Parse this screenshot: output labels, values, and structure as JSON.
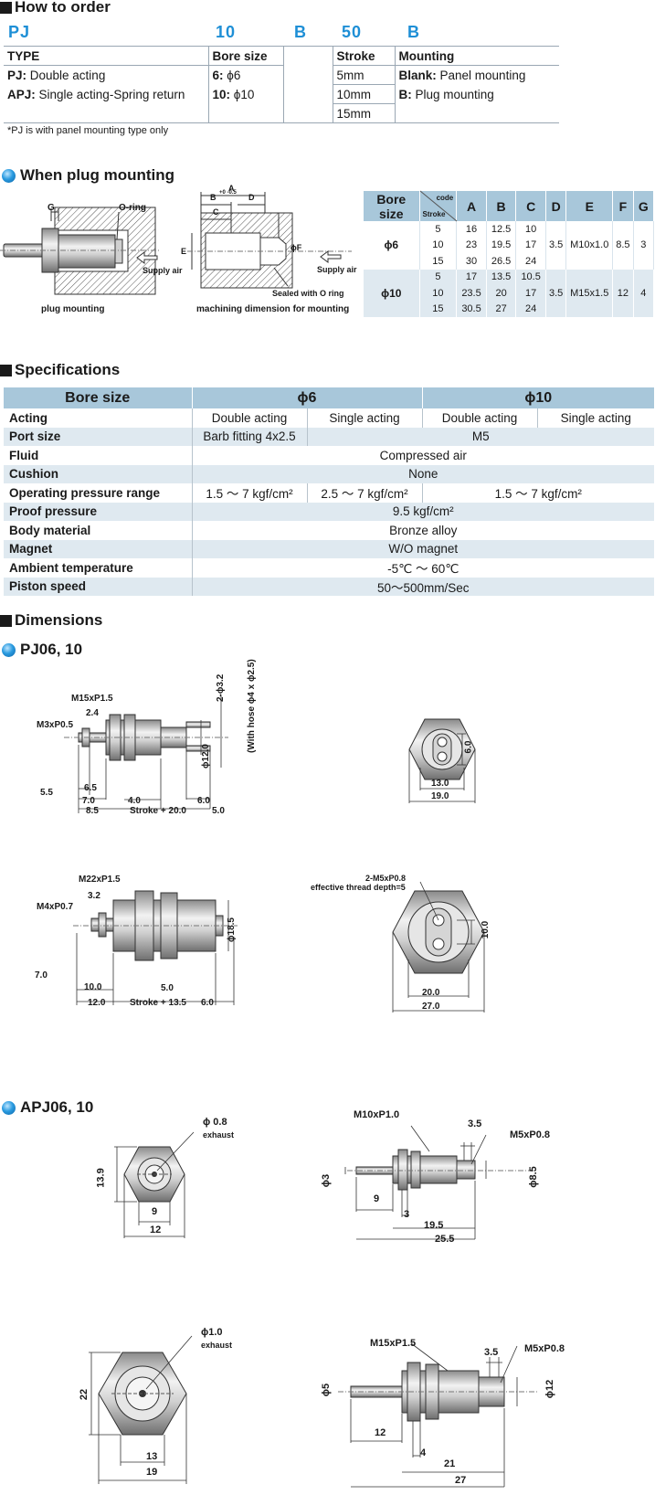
{
  "how_to_order": {
    "title": "How to order",
    "code": [
      "PJ",
      "10",
      "B",
      "50",
      "B"
    ],
    "headers": [
      "TYPE",
      "Bore size",
      "Stroke",
      "Mounting"
    ],
    "types": [
      {
        "key": "PJ:",
        "text": " Double acting"
      },
      {
        "key": "APJ:",
        "text": " Single acting-Spring return"
      }
    ],
    "bores": [
      {
        "key": "6:",
        "text": " ϕ6"
      },
      {
        "key": "10:",
        "text": " ϕ10"
      }
    ],
    "strokes": [
      "5mm",
      "10mm",
      "15mm"
    ],
    "mountings": [
      {
        "key": "Blank:",
        "text": " Panel mounting"
      },
      {
        "key": "B:",
        "text": " Plug mounting"
      }
    ],
    "note": "*PJ is with panel mounting type only"
  },
  "plug_mounting": {
    "title": "When plug mounting",
    "labels": {
      "g": "G",
      "oring": "O-ring",
      "supply1": "Supply air",
      "cap1": "plug mounting",
      "a": "A",
      "b": "B",
      "tol": "+0 -0.5",
      "d": "D",
      "c": "C",
      "e": "E",
      "f": "ϕF",
      "supply2": "Supply air",
      "sealed": "Sealed with O ring",
      "cap2": "machining dimension for mounting"
    },
    "table": {
      "bore_header": "Bore size",
      "code_label": "code",
      "stroke_label": "Stroke",
      "columns": [
        "A",
        "B",
        "C",
        "D",
        "E",
        "F",
        "G"
      ],
      "groups": [
        {
          "bore": "ϕ6",
          "D": "3.5",
          "E": "M10x1.0",
          "F": "8.5",
          "G": "3",
          "rows": [
            [
              "5",
              "16",
              "12.5",
              "10"
            ],
            [
              "10",
              "23",
              "19.5",
              "17"
            ],
            [
              "15",
              "30",
              "26.5",
              "24"
            ]
          ]
        },
        {
          "bore": "ϕ10",
          "D": "3.5",
          "E": "M15x1.5",
          "F": "12",
          "G": "4",
          "rows": [
            [
              "5",
              "17",
              "13.5",
              "10.5"
            ],
            [
              "10",
              "23.5",
              "20",
              "17"
            ],
            [
              "15",
              "30.5",
              "27",
              "24"
            ]
          ]
        }
      ]
    }
  },
  "specifications": {
    "title": "Specifications",
    "bore_label": "Bore size",
    "bore6": "ϕ6",
    "bore10": "ϕ10",
    "acting_label": "Acting",
    "acting": [
      "Double acting",
      "Single acting",
      "Double acting",
      "Single acting"
    ],
    "port_label": "Port size",
    "port": [
      "Barb fitting 4x2.5",
      "M5"
    ],
    "fluid_label": "Fluid",
    "fluid": "Compressed air",
    "cushion_label": "Cushion",
    "cushion": "None",
    "oprange_label": "Operating pressure range",
    "oprange": [
      "1.5 ～ 7 kgf/cm²",
      "2.5 ～ 7 kgf/cm²",
      "1.5 ～ 7 kgf/cm²"
    ],
    "proof_label": "Proof pressure",
    "proof": "9.5 kgf/cm²",
    "body_label": "Body material",
    "body": "Bronze alloy",
    "magnet_label": "Magnet",
    "magnet": "W/O magnet",
    "ambient_label": "Ambient temperature",
    "ambient": "-5℃ ～ 60℃",
    "speed_label": "Piston speed",
    "speed": "50～500mm/Sec"
  },
  "dimensions": {
    "title": "Dimensions",
    "pj_title": "PJ06, 10",
    "apj_title": "APJ06, 10",
    "pj06": {
      "m15": "M15xP1.5",
      "m3": "M3xP0.5",
      "d24": "2.4",
      "d65": "6.5",
      "d55": "5.5",
      "d70": "7.0",
      "d40": "4.0",
      "d60": "6.0",
      "d85": "8.5",
      "stroke": "Stroke + 20.0",
      "d50": "5.0",
      "phi12": "ϕ12.0",
      "hose": "2-ϕ3.2",
      "hose2": "(With hose ϕ4 x ϕ2.5)",
      "e60": "6.0",
      "e130": "13.0",
      "e190": "19.0"
    },
    "pj10": {
      "m22": "M22xP1.5",
      "m4": "M4xP0.7",
      "d32": "3.2",
      "d70": "7.0",
      "d100": "10.0",
      "d50": "5.0",
      "d120": "12.0",
      "stroke": "Stroke + 13.5",
      "d60": "6.0",
      "phi185": "ϕ18.5",
      "m5": "2-M5xP0.8",
      "depth": "effective thread depth=5",
      "e100": "10.0",
      "e200": "20.0",
      "e270": "27.0"
    },
    "apj06": {
      "phi08": "ϕ 0.8",
      "exhaust": "exhaust",
      "h139": "13.9",
      "w9": "9",
      "w12": "12",
      "m10": "M10xP1.0",
      "d35": "3.5",
      "m5": "M5xP0.8",
      "phi3": "ϕ3",
      "phi85": "ϕ8.5",
      "d9": "9",
      "d3": "3",
      "d195": "19.5",
      "d255": "25.5"
    },
    "apj10": {
      "phi10": "ϕ1.0",
      "exhaust": "exhaust",
      "h22": "22",
      "w13": "13",
      "w19": "19",
      "m15": "M15xP1.5",
      "d35": "3.5",
      "m5": "M5xP0.8",
      "phi5": "ϕ5",
      "phi12": "ϕ12",
      "d12": "12",
      "d4": "4",
      "d21": "21",
      "d27": "27"
    }
  }
}
